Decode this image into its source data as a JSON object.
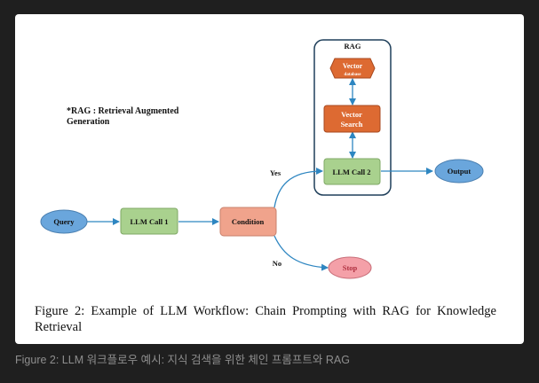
{
  "diagram": {
    "nodes": {
      "query": "Query",
      "llm_call_1": "LLM Call 1",
      "condition": "Condition",
      "llm_call_2": "LLM Call 2",
      "output": "Output",
      "stop": "Stop",
      "vector_search_line1": "Vector",
      "vector_search_line2": "Search",
      "vector_db_line1": "Vector",
      "vector_db_line2": "database"
    },
    "group_label": "RAG",
    "edge_labels": {
      "yes": "Yes",
      "no": "No"
    },
    "note_line1": "*RAG : Retrieval Augmented",
    "note_line2": "Generation",
    "figure_caption": "Figure 2:  Example of LLM Workflow:  Chain Prompting with RAG for Knowledge Retrieval"
  },
  "outer_caption": "Figure 2: LLM 워크플로우 예시: 지식 검색을 위한 체인 프롬프트와 RAG",
  "colors": {
    "blue_node": "#6aa6dc",
    "green_node": "#a9d18e",
    "salmon_node": "#f0a38c",
    "orange_node": "#dd6a32",
    "pink_node": "#f4a0a8",
    "arrow": "#2e86c1",
    "group_border": "#1f3f5a"
  }
}
